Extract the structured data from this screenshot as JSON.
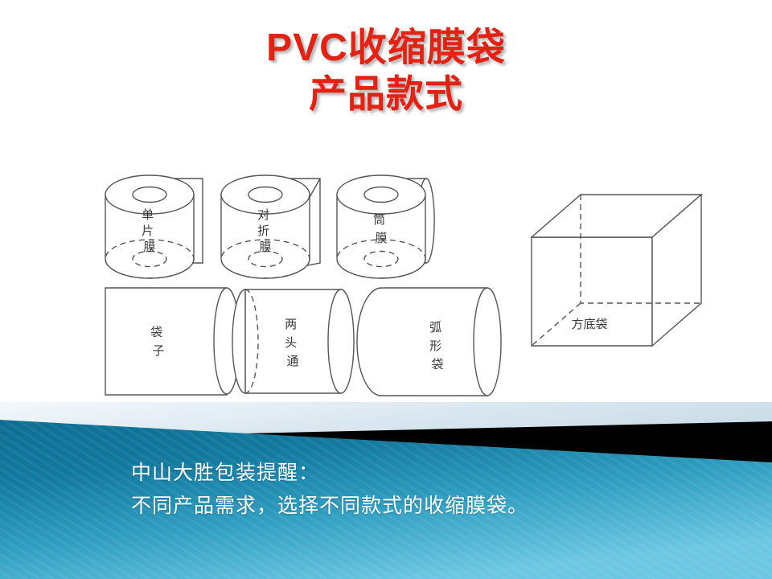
{
  "slide": {
    "title": {
      "line1": "PVC收缩膜袋",
      "line2": "产品款式",
      "color": "#e32213"
    },
    "diagram": {
      "name": "pvc-shrink-film-styles-diagram",
      "stroke_color": "#555555",
      "label_color": "#3a3a3a",
      "shapes": [
        {
          "id": "single-layer-film-roll",
          "label": "单片膜",
          "type": "roll-with-flat-sheet"
        },
        {
          "id": "folded-film-roll",
          "label": "对折膜",
          "type": "roll-with-folded-sheet"
        },
        {
          "id": "tube-film-roll",
          "label": "筒膜",
          "type": "roll-with-tube-sheet"
        },
        {
          "id": "bag",
          "label": "袋子",
          "type": "cylinder-one-open-end"
        },
        {
          "id": "both-ends-open",
          "label": "两头通",
          "type": "cylinder-two-open-ends"
        },
        {
          "id": "arc-shaped-bag",
          "label": "弧形袋",
          "type": "curved-cylinder"
        },
        {
          "id": "square-bottom-bag",
          "label": "方底袋",
          "type": "wireframe-box"
        }
      ]
    },
    "banner": {
      "line1": "中山大胜包装提醒：",
      "line2": "不同产品需求，选择不同款式的收缩膜袋。",
      "text_color": "#ffffff",
      "teal_color": "#12799f",
      "teal_light_color": "#6cc7e2",
      "wedge_color": "#000000",
      "pale_color": "#dce8f1"
    }
  }
}
